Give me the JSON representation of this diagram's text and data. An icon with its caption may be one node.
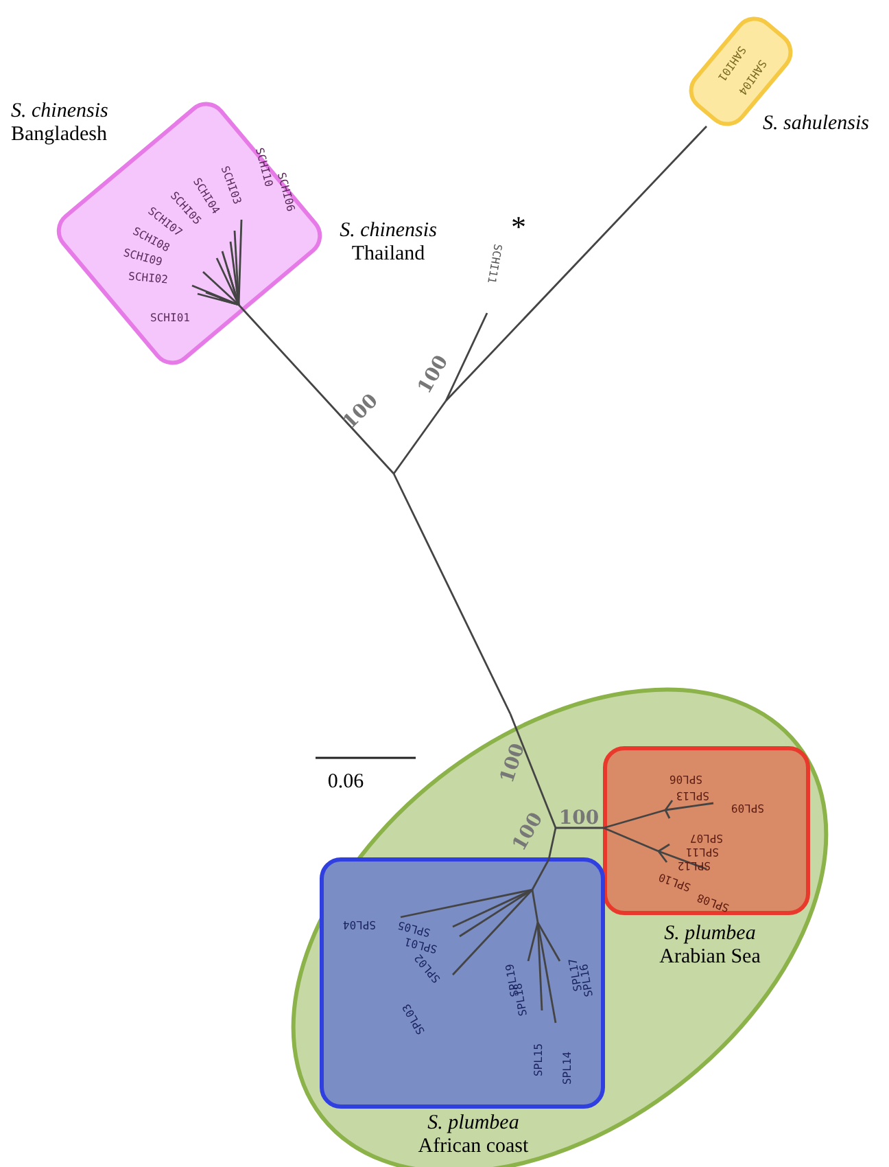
{
  "diagram": {
    "nodes": [
      {
        "text": [
          "*S. chinensis* Bangladesh",
          "SCHI10",
          "SCHI06",
          "SCHI03",
          "SCHI04",
          "SCHI05",
          "SCHI07",
          "SCHI08",
          "SCHI09",
          "SCHI02",
          "SCHI01"
        ]
      },
      {
        "text": [
          "*S. sahulensis*",
          "SAHI01",
          "SAHI04"
        ]
      },
      {
        "text": [],
        "shape": "ellipse"
      },
      {
        "text": [
          "*S. plumbea* Arabian Sea",
          "SPL06",
          "SPL13",
          "SPL09",
          "SPL07",
          "SPL11",
          "SPL12",
          "SPL10",
          "SPL08"
        ],
        "in": 2
      },
      {
        "text": [
          "*S. plumbea* African coast",
          "SPL04",
          "SPL05",
          "SPL01",
          "SPL02",
          "SPL03",
          "SPL19",
          "SPL18",
          "SPL17",
          "SPL16",
          "SPL15",
          "SPL14"
        ],
        "in": 2
      }
    ],
    "edges": [],
    "labels": [
      "*S. chinensis* Thailand",
      "*",
      "SCHI11",
      "100",
      "100",
      "100",
      "100",
      "100",
      "0.06"
    ]
  }
}
